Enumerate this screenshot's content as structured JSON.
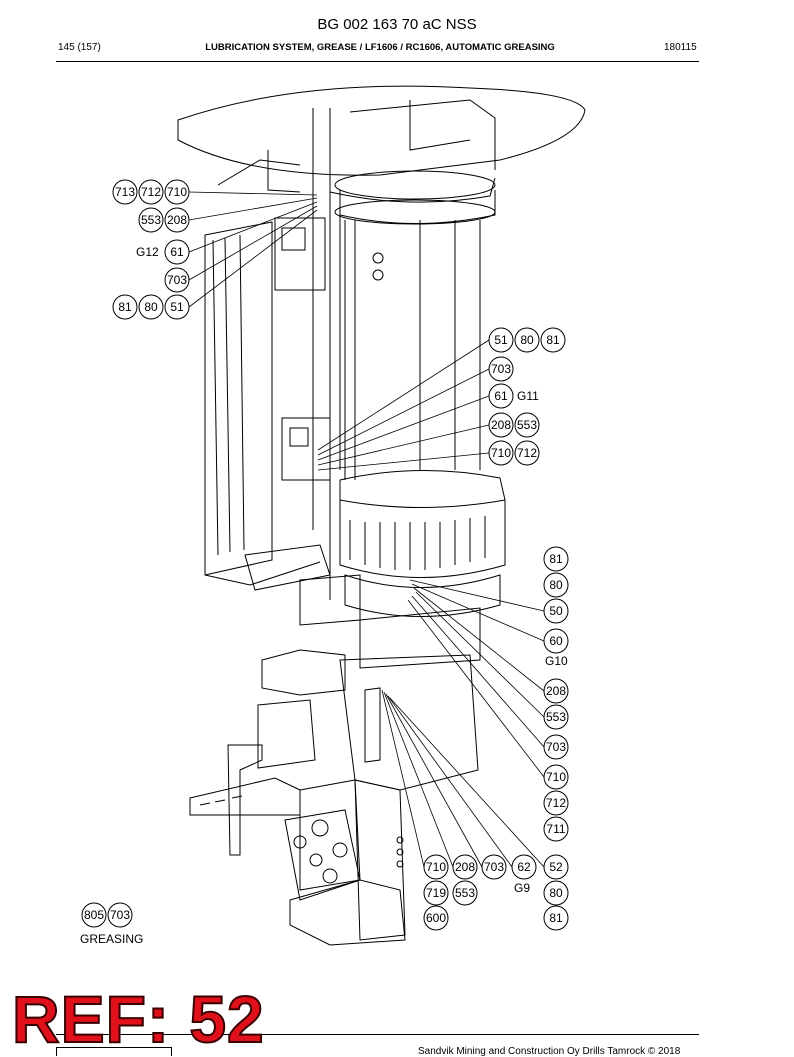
{
  "document": {
    "title": "BG 002 163 70 aC NSS",
    "page": "145 (157)",
    "section": "LUBRICATION SYSTEM, GREASE / LF1606 / RC1606, AUTOMATIC GREASING",
    "code": "180115",
    "stamp": "REF: 52",
    "footer": "Sandvik Mining and Construction Oy Drills Tamrock © 2018"
  },
  "callouts": [
    "713",
    "712",
    "710",
    "553",
    "208",
    "61",
    "703",
    "81",
    "80",
    "51",
    "51",
    "80",
    "81",
    "703",
    "61",
    "208",
    "553",
    "710",
    "712",
    "81",
    "80",
    "50",
    "60",
    "208",
    "553",
    "703",
    "710",
    "712",
    "711",
    "710",
    "208",
    "703",
    "62",
    "52",
    "719",
    "553",
    "80",
    "600",
    "81",
    "805",
    "703"
  ],
  "labels": [
    "G12",
    "G11",
    "G10",
    "G9",
    "GREASING"
  ]
}
